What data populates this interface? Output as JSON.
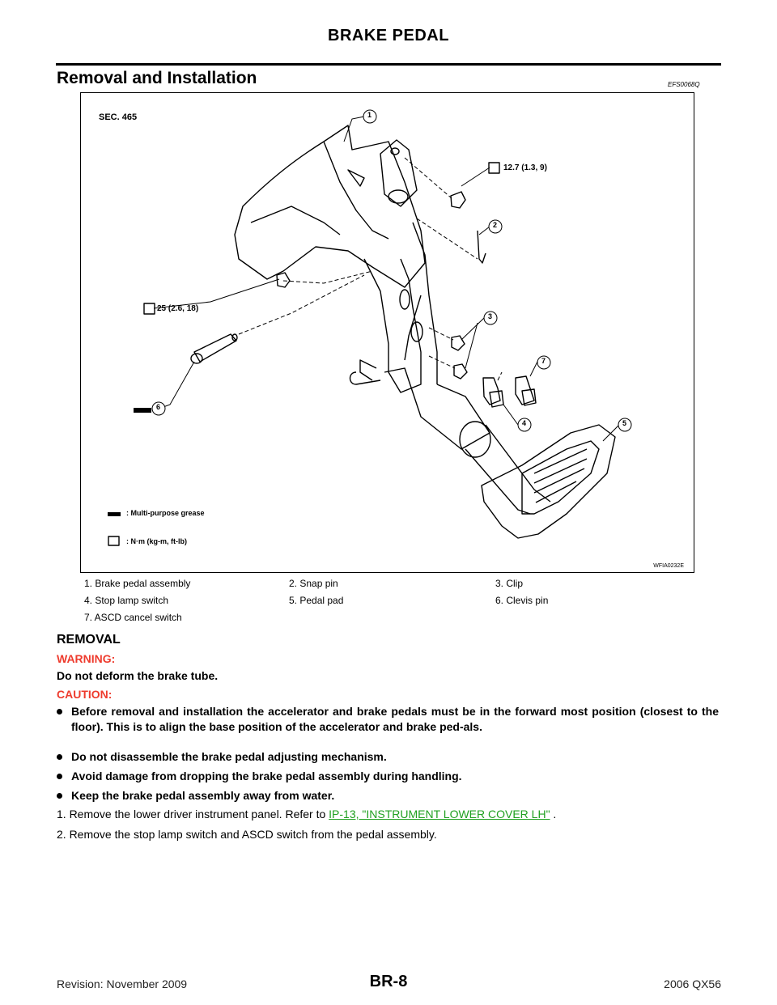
{
  "header": {
    "title": "BRAKE PEDAL"
  },
  "section": {
    "title": "Removal and Installation",
    "code": "EFS0068Q"
  },
  "figure": {
    "sec_label": "SEC. 465",
    "torque_top": "12.7 (1.3, 9)",
    "torque_left": "25 (2.6, 18)",
    "callouts": [
      "1",
      "2",
      "3",
      "4",
      "5",
      "6",
      "7"
    ],
    "legend_grease": ": Multi-purpose grease",
    "legend_torque": ": N·m (kg-m, ft-lb)",
    "code": "WFIA0232E"
  },
  "parts": [
    "1.   Brake pedal assembly",
    "2.   Snap pin",
    "3.   Clip",
    "4.   Stop lamp switch",
    "5.   Pedal pad",
    "6.   Clevis pin",
    "7.   ASCD cancel switch"
  ],
  "removal": {
    "heading": "REMOVAL",
    "warning_label": "WARNING:",
    "warning_text": "Do not deform the brake tube.",
    "caution_label": "CAUTION:",
    "cautions": [
      "Before removal and installation the accelerator and brake pedals must be in the forward most position (closest to the floor). This is to align the base position of the accelerator and brake ped-als.",
      "Do not disassemble the brake pedal adjusting mechanism.",
      "Avoid damage from dropping the brake pedal assembly during handling.",
      "Keep the brake pedal assembly away from water."
    ],
    "step1_prefix": "1.  Remove the lower driver instrument panel. Refer to ",
    "step1_link": "IP-13, \"INSTRUMENT LOWER COVER LH\"",
    "step1_suffix": " .",
    "step2": "2.  Remove the stop lamp switch and ASCD switch from the pedal assembly."
  },
  "footer": {
    "revision": "Revision: November 2009",
    "page": "BR-8",
    "model": "2006 QX56"
  }
}
